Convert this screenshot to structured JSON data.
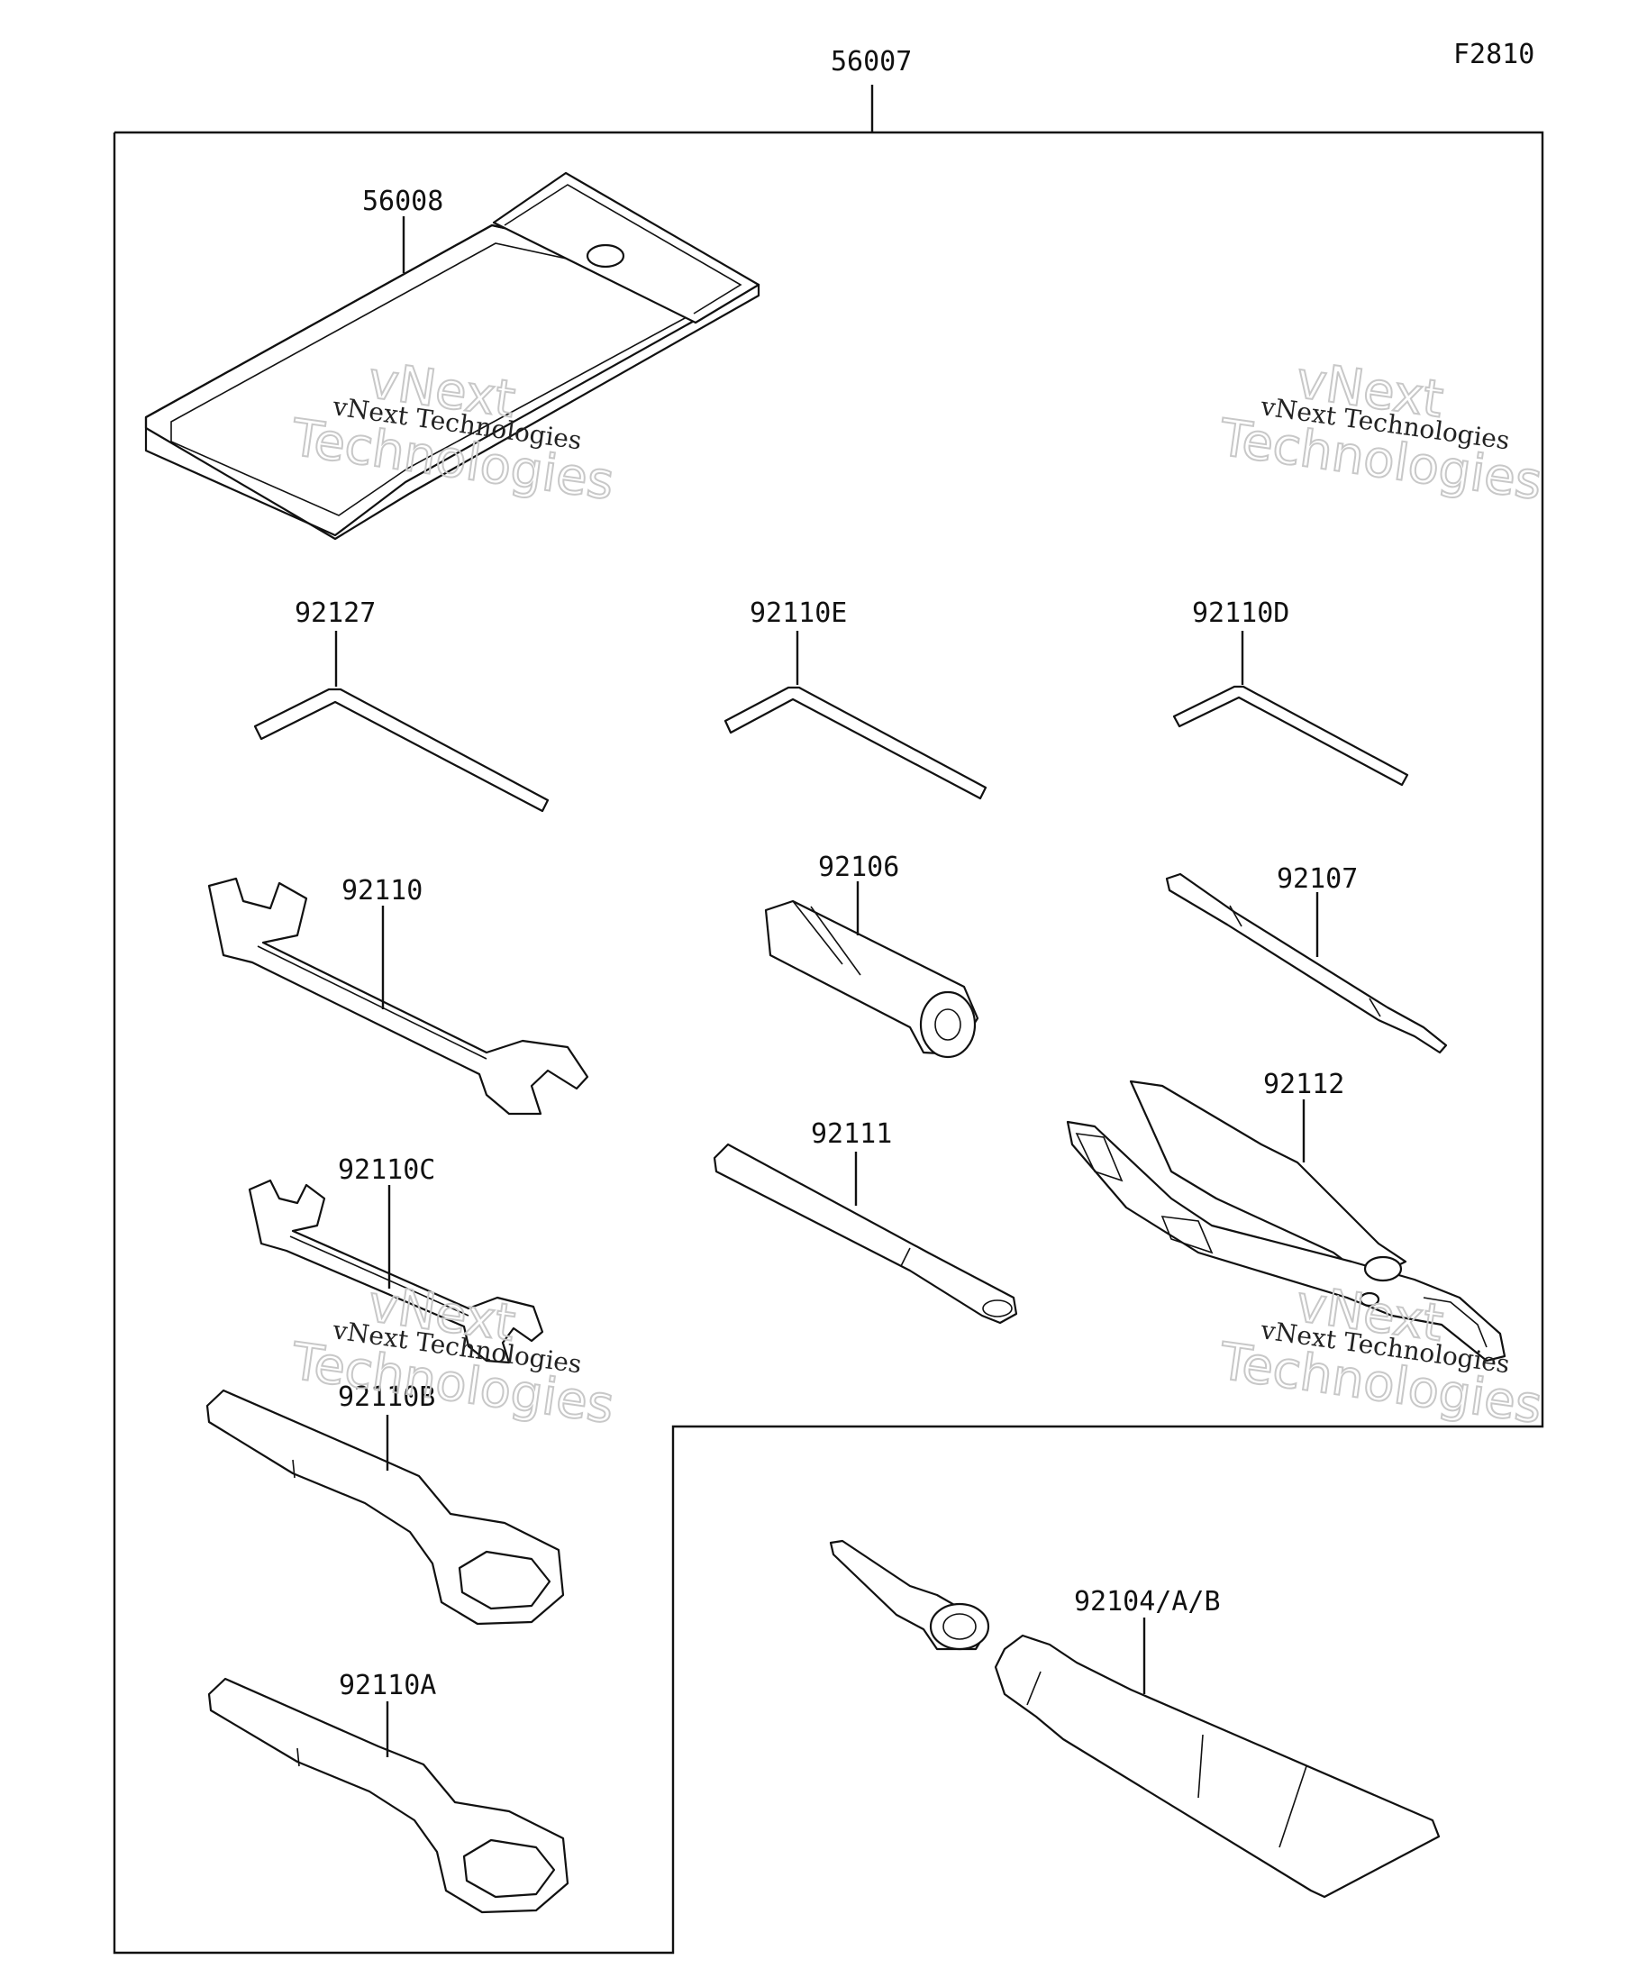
{
  "diagram": {
    "code": "F2810",
    "assembly_part": "56007",
    "parts": [
      {
        "id": "case",
        "number": "56008"
      },
      {
        "id": "hex-key-large",
        "number": "92127"
      },
      {
        "id": "hex-key-medium",
        "number": "92110E"
      },
      {
        "id": "hex-key-small",
        "number": "92110D"
      },
      {
        "id": "wrench-large",
        "number": "92110"
      },
      {
        "id": "screwdriver-grip",
        "number": "92106"
      },
      {
        "id": "screwdriver-bit",
        "number": "92107"
      },
      {
        "id": "wrench-small",
        "number": "92110C"
      },
      {
        "id": "extension-bar",
        "number": "92111"
      },
      {
        "id": "pliers",
        "number": "92112"
      },
      {
        "id": "box-wrench-upper",
        "number": "92110B"
      },
      {
        "id": "box-wrench-lower",
        "number": "92110A"
      },
      {
        "id": "grease-tube",
        "number": "92104/A/B"
      }
    ],
    "watermark": {
      "line_small": "vNext Technologies",
      "line_big_1": "vNext",
      "line_big_2": "Technologies"
    }
  }
}
